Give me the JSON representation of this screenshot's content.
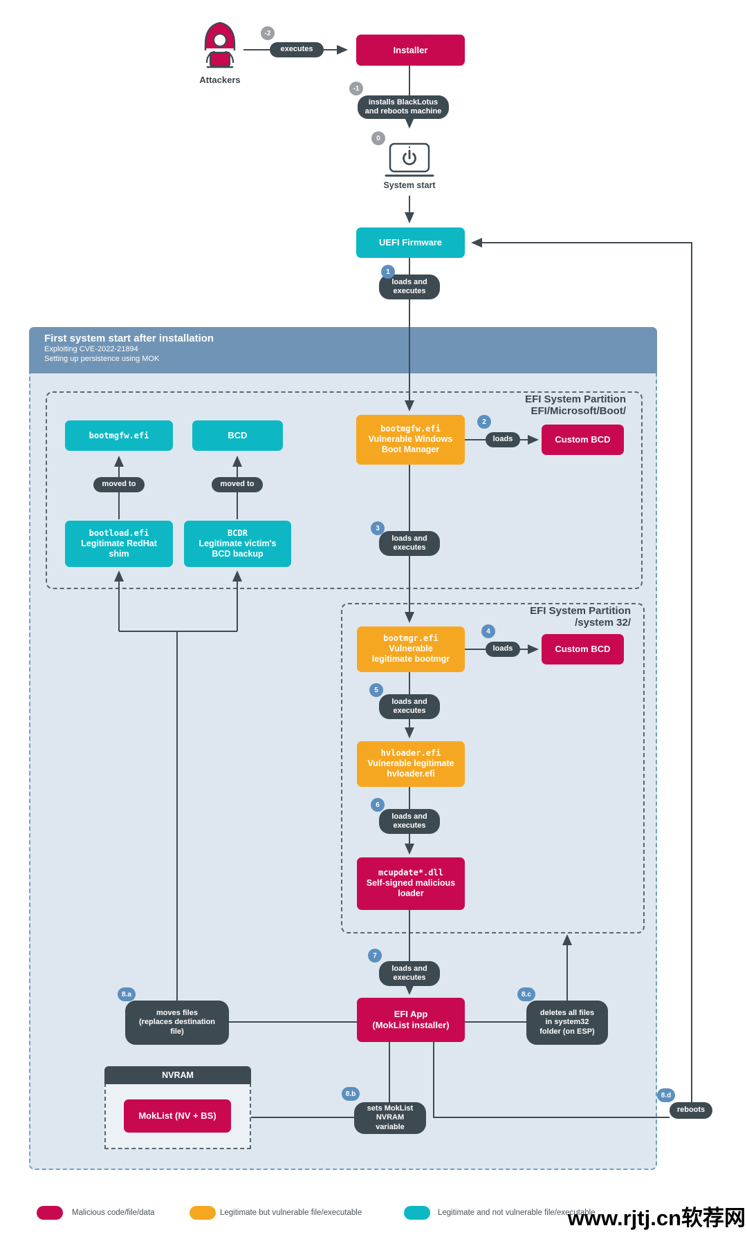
{
  "watermark": "www.rjtj.cn软荐网",
  "colors": {
    "malicious": "#C8094F",
    "vulnerable": "#F6A721",
    "legitimate": "#0DB8C4",
    "pill_dark": "#3E4A52",
    "badge_blue": "#5C8FBE",
    "badge_gray": "#9C9FA3",
    "header_blue": "#7094B5",
    "panel_bg": "#DEE7F0"
  },
  "top": {
    "attackers_label": "Attackers",
    "badge_minus2": "-2",
    "pill_executes": "executes",
    "installer": "Installer",
    "badge_minus1": "-1",
    "pill_installs": "installs BlackLotus\nand reboots machine",
    "badge_0": "0",
    "system_start": "System start",
    "uefi": "UEFI Firmware",
    "badge_1": "1",
    "pill_1": "loads and\nexecutes"
  },
  "panel": {
    "title": "First system start after installation",
    "subtitle1": "Exploiting CVE-2022-21894",
    "subtitle2": "Setting up persistence using MOK"
  },
  "esp_boot": {
    "title": "EFI System Partition\nEFI/Microsoft/Boot/",
    "bootmgfw_moved": "bootmgfw.efi",
    "bcd_moved": "BCD",
    "pill_moved_1": "moved to",
    "pill_moved_2": "moved to",
    "bootload_file": "bootload.efi",
    "bootload_desc": "Legitimate RedHat\nshim",
    "bcdr_file": "BCDR",
    "bcdr_desc": "Legitimate victim's\nBCD backup",
    "vuln_file": "bootmgfw.efi",
    "vuln_desc": "Vulnerable Windows\nBoot Manager",
    "badge_2": "2",
    "pill_loads": "loads",
    "custom_bcd": "Custom BCD"
  },
  "flow": {
    "badge_3": "3",
    "pill_3": "loads and\nexecutes",
    "badge_7": "7",
    "pill_7": "loads and\nexecutes"
  },
  "esp_system32": {
    "title": "EFI System Partition\n/system 32/",
    "bootmgr_file": "bootmgr.efi",
    "bootmgr_desc": "Vulnerable\nlegitimate bootmgr",
    "badge_4": "4",
    "pill_loads": "loads",
    "custom_bcd": "Custom BCD",
    "badge_5": "5",
    "pill_5": "loads and\nexecutes",
    "hvloader_file": "hvloader.efi",
    "hvloader_desc": "Vulnerable legitimate\nhvloader.efi",
    "badge_6": "6",
    "pill_6": "loads and\nexecutes",
    "mcupdate_file": "mcupdate*.dll",
    "mcupdate_desc": "Self-signed malicious\nloader"
  },
  "bottom": {
    "efi_app": "EFI App\n(MokList installer)",
    "badge_8a": "8.a",
    "pill_moves": "moves files\n(replaces destination\nfile)",
    "badge_8b": "8.b",
    "pill_sets": "sets MokList\nNVRAM\nvariable",
    "badge_8c": "8.c",
    "pill_deletes": "deletes all files\nin system32\nfolder (on ESP)",
    "badge_8d": "8.d",
    "pill_reboots": "reboots",
    "nvram_title": "NVRAM",
    "moklist": "MokList (NV + BS)"
  },
  "legend": [
    {
      "color": "#C8094F",
      "label": "Malicious code/file/data"
    },
    {
      "color": "#F6A721",
      "label": "Legitimate but vulnerable file/executable"
    },
    {
      "color": "#0DB8C4",
      "label": "Legitimate and not vulnerable file/executable"
    }
  ]
}
